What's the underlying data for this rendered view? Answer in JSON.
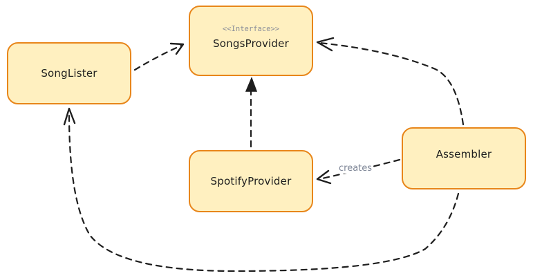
{
  "diagram": {
    "nodes": [
      {
        "id": "songs-provider",
        "label": "SongsProvider",
        "stereotype": "<<Interface>>"
      },
      {
        "id": "song-lister",
        "label": "SongLister"
      },
      {
        "id": "spotify-provider",
        "label": "SpotifyProvider"
      },
      {
        "id": "assembler",
        "label": "Assembler"
      }
    ],
    "edges": [
      {
        "from": "song-lister",
        "to": "songs-provider",
        "style": "dashed",
        "arrow": "open",
        "label": ""
      },
      {
        "from": "spotify-provider",
        "to": "songs-provider",
        "style": "dashed",
        "arrow": "filled-triangle",
        "label": ""
      },
      {
        "from": "assembler",
        "to": "songs-provider",
        "style": "dashed",
        "arrow": "open",
        "label": ""
      },
      {
        "from": "assembler",
        "to": "spotify-provider",
        "style": "dashed",
        "arrow": "open",
        "label": "creates"
      },
      {
        "from": "assembler",
        "to": "song-lister",
        "style": "dashed",
        "arrow": "open",
        "label": ""
      }
    ],
    "colors": {
      "node_fill": "#fff0c0",
      "node_stroke": "#e8861a",
      "edge": "#1e1e1e",
      "label_muted": "#8c8f99"
    }
  }
}
